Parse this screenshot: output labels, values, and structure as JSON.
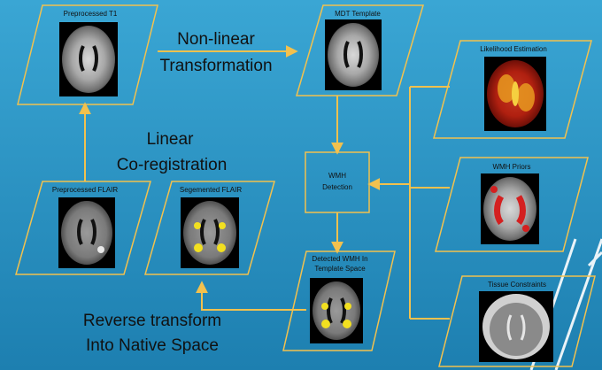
{
  "colors": {
    "bg_top": "#3aa6d4",
    "bg_bottom": "#1d7fb0",
    "frame": "#f2c14e",
    "text": "#111111"
  },
  "nodes": {
    "preprocessed_t1": "Preprocessed T1",
    "mdt_template": "MDT Template",
    "likelihood": "Likelihood Estimation",
    "wmh_priors": "WMH Priors",
    "tissue": "Tissue Constraints",
    "preprocessed_flair": "Preprocessed FLAIR",
    "segmented_flair": "Segemented FLAIR",
    "detected_line1": "Detected WMH In",
    "detected_line2": "Template Space",
    "wmh_line1": "WMH",
    "wmh_line2": "Detection"
  },
  "labels": {
    "nonlinear_line1": "Non-linear",
    "nonlinear_line2": "Transformation",
    "linear_line1": "Linear",
    "linear_line2": "Co-registration",
    "reverse_line1": "Reverse transform",
    "reverse_line2": "Into Native Space"
  },
  "icons": [
    "brain-scan-image",
    "double-chevron-decoration"
  ]
}
